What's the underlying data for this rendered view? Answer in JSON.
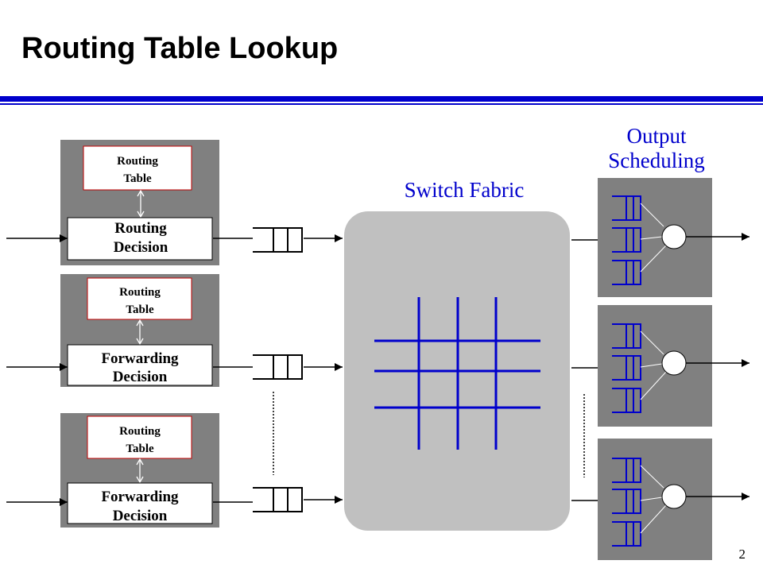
{
  "slide": {
    "title": "Routing Table Lookup",
    "page_number": "2"
  },
  "linecards": [
    {
      "table_line1": "Routing",
      "table_line2": "Table",
      "decision_line1": "Routing",
      "decision_line2": "Decision"
    },
    {
      "table_line1": "Routing",
      "table_line2": "Table",
      "decision_line1": "Forwarding",
      "decision_line2": "Decision"
    },
    {
      "table_line1": "Routing",
      "table_line2": "Table",
      "decision_line1": "Forwarding",
      "decision_line2": "Decision"
    }
  ],
  "switch_fabric": {
    "label": "Switch Fabric"
  },
  "output_scheduling": {
    "label_line1": "Output",
    "label_line2": "Scheduling"
  },
  "colors": {
    "accent_blue": "#0000cc",
    "linecard_gray": "#808080",
    "fabric_gray": "#c0c0c0",
    "table_border_red": "#c00000"
  }
}
